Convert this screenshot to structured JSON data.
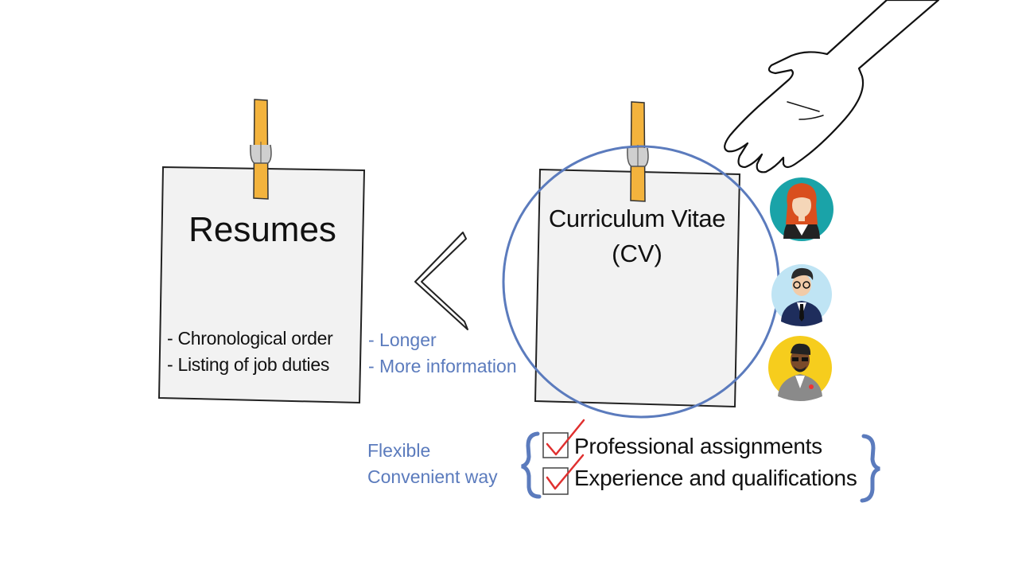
{
  "resumes_card": {
    "title": "Resumes",
    "bullets": [
      "- Chronological order",
      "- Listing of job duties"
    ]
  },
  "comparison": {
    "symbol": "<",
    "notes": [
      "- Longer",
      "- More information"
    ]
  },
  "cv_card": {
    "title_line1": "Curriculum Vitae",
    "title_line2": "(CV)"
  },
  "cv_features": {
    "left_notes": [
      "Flexible",
      "Convenient way"
    ],
    "items": [
      "Professional assignments",
      "Experience and qualifications"
    ]
  },
  "colors": {
    "accent_blue": "#5b7bbd",
    "check_red": "#e0302f",
    "clip_orange": "#f3b33d",
    "paper_fill": "#f2f2f2"
  },
  "icons": [
    "hand-icon",
    "clothespin-icon",
    "woman-avatar-icon",
    "man-glasses-avatar-icon",
    "man-suit-avatar-icon",
    "checkbox-icon"
  ]
}
